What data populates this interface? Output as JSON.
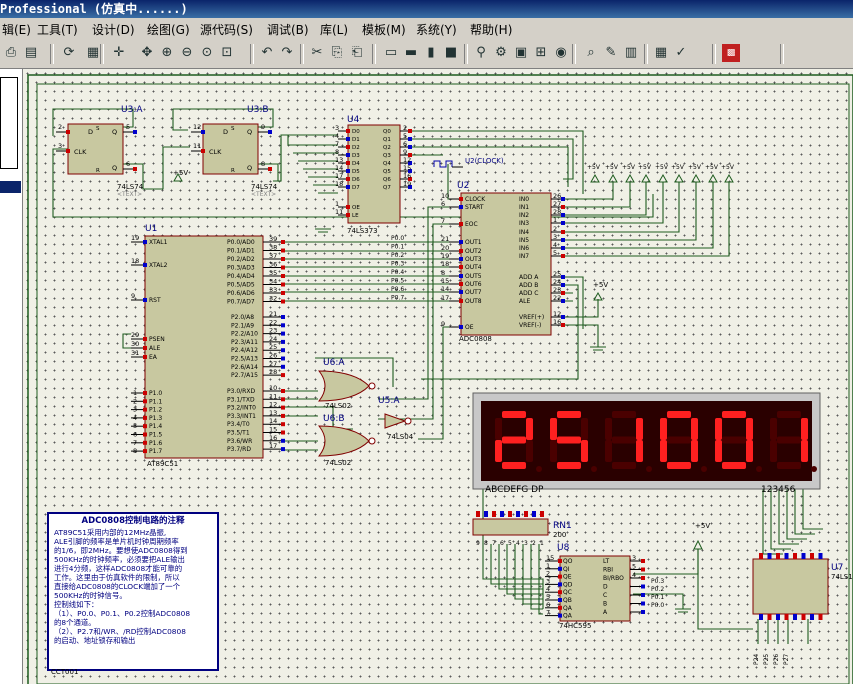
{
  "window": {
    "title": "Professional (仿真中......)"
  },
  "menu": [
    "辑(E)",
    "工具(T)",
    "设计(D)",
    "绘图(G)",
    "源代码(S)",
    "调试(B)",
    "库(L)",
    "模板(M)",
    "系统(Y)",
    "帮助(H)"
  ],
  "toolbar_icons": [
    "print-icon",
    "save-icon",
    "refresh-icon",
    "grid-icon",
    "origin-icon",
    "pan-icon",
    "zoom-in-icon",
    "zoom-out-icon",
    "zoom-fit-icon",
    "zoom-area-icon",
    "undo-icon",
    "redo-icon",
    "cut-icon",
    "copy-icon",
    "paste-icon",
    "block-copy-icon",
    "block-move-icon",
    "block-rotate-icon",
    "block-delete-icon",
    "pick-icon",
    "make-device-icon",
    "package-icon",
    "decompose-icon",
    "wire-autorouter-icon",
    "search-icon",
    "property-icon",
    "netlist-icon",
    "bom-icon",
    "erc-icon",
    "ares-icon"
  ],
  "schematic": {
    "U3A": {
      "ref": "U3:A",
      "part": "74LS74",
      "pins": {
        "d": "2",
        "clk": "3",
        "q": "5",
        "nq": "6"
      },
      "pin_names": [
        "D",
        "CLK",
        "Q",
        "Q"
      ],
      "labels": {
        "s": "S",
        "r": "R"
      }
    },
    "U3B": {
      "ref": "U3:B",
      "part": "74LS74",
      "pins": {
        "d": "12",
        "clk": "11",
        "q": "9",
        "nq": "8"
      },
      "pin_names": [
        "D",
        "CLK",
        "Q",
        "Q"
      ],
      "labels": {
        "s": "S",
        "r": "R"
      }
    },
    "U4": {
      "ref": "U4",
      "part": "74LS373",
      "left_pins": [
        "3",
        "4",
        "7",
        "8",
        "13",
        "14",
        "17",
        "18"
      ],
      "left_names": [
        "D0",
        "D1",
        "D2",
        "D3",
        "D4",
        "D5",
        "D6",
        "D7"
      ],
      "right_pins": [
        "2",
        "5",
        "6",
        "9",
        "12",
        "15",
        "16",
        "19"
      ],
      "right_names": [
        "Q0",
        "Q1",
        "Q2",
        "Q3",
        "Q4",
        "Q5",
        "Q6",
        "Q7"
      ],
      "ctrl_pins": [
        "1",
        "11"
      ],
      "ctrl_names": [
        "OE",
        "LE"
      ]
    },
    "U1": {
      "ref": "U1",
      "part": "AT89C51",
      "left": [
        [
          "19",
          "XTAL1"
        ],
        [
          "18",
          "XTAL2"
        ],
        [
          "9",
          "RST"
        ],
        [
          "29",
          "PSEN"
        ],
        [
          "30",
          "ALE"
        ],
        [
          "31",
          "EA"
        ]
      ],
      "left_port1": [
        [
          "1",
          "P1.0"
        ],
        [
          "2",
          "P1.1"
        ],
        [
          "3",
          "P1.2"
        ],
        [
          "4",
          "P1.3"
        ],
        [
          "5",
          "P1.4"
        ],
        [
          "6",
          "P1.5"
        ],
        [
          "7",
          "P1.6"
        ],
        [
          "8",
          "P1.7"
        ]
      ],
      "right_p0": [
        [
          "39",
          "P0.0/AD0"
        ],
        [
          "38",
          "P0.1/AD1"
        ],
        [
          "37",
          "P0.2/AD2"
        ],
        [
          "36",
          "P0.3/AD3"
        ],
        [
          "35",
          "P0.4/AD4"
        ],
        [
          "34",
          "P0.5/AD5"
        ],
        [
          "33",
          "P0.6/AD6"
        ],
        [
          "32",
          "P0.7/AD7"
        ]
      ],
      "right_p2": [
        [
          "21",
          "P2.0/A8"
        ],
        [
          "22",
          "P2.1/A9"
        ],
        [
          "23",
          "P2.2/A10"
        ],
        [
          "24",
          "P2.3/A11"
        ],
        [
          "25",
          "P2.4/A12"
        ],
        [
          "26",
          "P2.5/A13"
        ],
        [
          "27",
          "P2.6/A14"
        ],
        [
          "28",
          "P2.7/A15"
        ]
      ],
      "right_p3": [
        [
          "10",
          "P3.0/RXD"
        ],
        [
          "11",
          "P3.1/TXD"
        ],
        [
          "12",
          "P3.2/INT0"
        ],
        [
          "13",
          "P3.3/INT1"
        ],
        [
          "14",
          "P3.4/T0"
        ],
        [
          "15",
          "P3.5/T1"
        ],
        [
          "16",
          "P3.6/WR"
        ],
        [
          "17",
          "P3.7/RD"
        ]
      ]
    },
    "U2": {
      "ref": "U2",
      "part": "ADC0808",
      "left": [
        [
          "10",
          "CLOCK"
        ],
        [
          "6",
          "START"
        ],
        [
          "7",
          "EOC"
        ],
        [
          "21",
          "OUT1"
        ],
        [
          "20",
          "OUT2"
        ],
        [
          "19",
          "OUT3"
        ],
        [
          "18",
          "OUT4"
        ],
        [
          "8",
          "OUT5"
        ],
        [
          "15",
          "OUT6"
        ],
        [
          "14",
          "OUT7"
        ],
        [
          "17",
          "OUT8"
        ],
        [
          "9",
          "OE"
        ]
      ],
      "right": [
        [
          "26",
          "IN0"
        ],
        [
          "27",
          "IN1"
        ],
        [
          "28",
          "IN2"
        ],
        [
          "1",
          "IN3"
        ],
        [
          "2",
          "IN4"
        ],
        [
          "3",
          "IN5"
        ],
        [
          "4",
          "IN6"
        ],
        [
          "5",
          "IN7"
        ],
        [
          "25",
          "ADD A"
        ],
        [
          "24",
          "ADD B"
        ],
        [
          "23",
          "ADD C"
        ],
        [
          "22",
          "ALE"
        ],
        [
          "12",
          "VREF(+)"
        ],
        [
          "16",
          "VREF(-)"
        ]
      ]
    },
    "U6A": {
      "ref": "U6:A",
      "part": "74LS02",
      "pins": [
        "2",
        "3",
        "1"
      ]
    },
    "U6B": {
      "ref": "U6:B",
      "part": "74LS02",
      "pins": [
        "5",
        "6",
        "4"
      ]
    },
    "U5A": {
      "ref": "U5:A",
      "part": "74LS04",
      "pins": [
        "1",
        "2"
      ]
    },
    "RN1": {
      "ref": "RN1",
      "value": "200",
      "pins": [
        "9",
        "8",
        "7",
        "6",
        "5",
        "4",
        "3",
        "2",
        "1"
      ]
    },
    "U8": {
      "ref": "U8",
      "part": "74HC595",
      "left_pins": [
        "15",
        "1",
        "2",
        "3",
        "4",
        "5",
        "6",
        "7"
      ],
      "left_names": [
        "QO",
        "QI",
        "QE",
        "QD",
        "QC",
        "QB",
        "QA",
        "QA"
      ],
      "right_names": [
        "LT",
        "RBI",
        "BI/RBO",
        "D",
        "C",
        "B",
        "A"
      ],
      "right_pins": [
        "3",
        "5",
        "4"
      ]
    },
    "U7": {
      "ref": "U7",
      "part": "74LS1"
    },
    "p0_nets": [
      "P0.0",
      "P0.1",
      "P0.2",
      "P0.3",
      "P0.4",
      "P0.5",
      "P0.6",
      "P0.7"
    ],
    "p2_nets": [
      "P0.3",
      "P0.2",
      "P0.1",
      "P0.0"
    ],
    "display_value": "251001",
    "display_labels": {
      "segments": "ABCDEFG DP",
      "digits": "123456"
    },
    "clock_label": "U2(CLOCK)",
    "power_labels": [
      "+5V",
      "+5V",
      "+5V",
      "+5V",
      "+5V",
      "+5V",
      "+5V",
      "+5V",
      "+5V"
    ],
    "vcc_label": "+5V",
    "text_tag": "<TEXT>",
    "bottom_pins": [
      "P24",
      "P25",
      "P26",
      "P27"
    ]
  },
  "note": {
    "title": "ADC0808控制电路的注释",
    "body": [
      "AT89C51采用内部的12MHz晶振,",
      "ALE引脚的频率是单片机时钟周期频率",
      "的1/6，即2MHz。要想使ADC0808得到",
      "500KHz的时钟频率，必须要把ALE输出",
      "进行4分频，这样ADC0808才能可靠的",
      "工作。这里由于仿真软件的限制，所以",
      "直接给ADC0808的CLOCK端加了一个",
      "500KHz的时钟信号。",
      "控制线如下：",
      "（1）、P0.0、P0.1、P0.2控制ADC0808",
      "的8个通道。",
      "（2）、P2.7和/WR、/RD控制ADC0808",
      "的启动、地址锁存和输出"
    ],
    "ref": "CCT001"
  },
  "colors": {
    "wire": "#1e5c1e",
    "body": "#c8c8a0",
    "outline": "#800000",
    "led_on": "#ff2020",
    "led_off": "#4a0000",
    "display_bg": "#2a0000",
    "pin_red": "#cc0000",
    "pin_blue": "#0000cc",
    "label_blue": "#000080"
  }
}
